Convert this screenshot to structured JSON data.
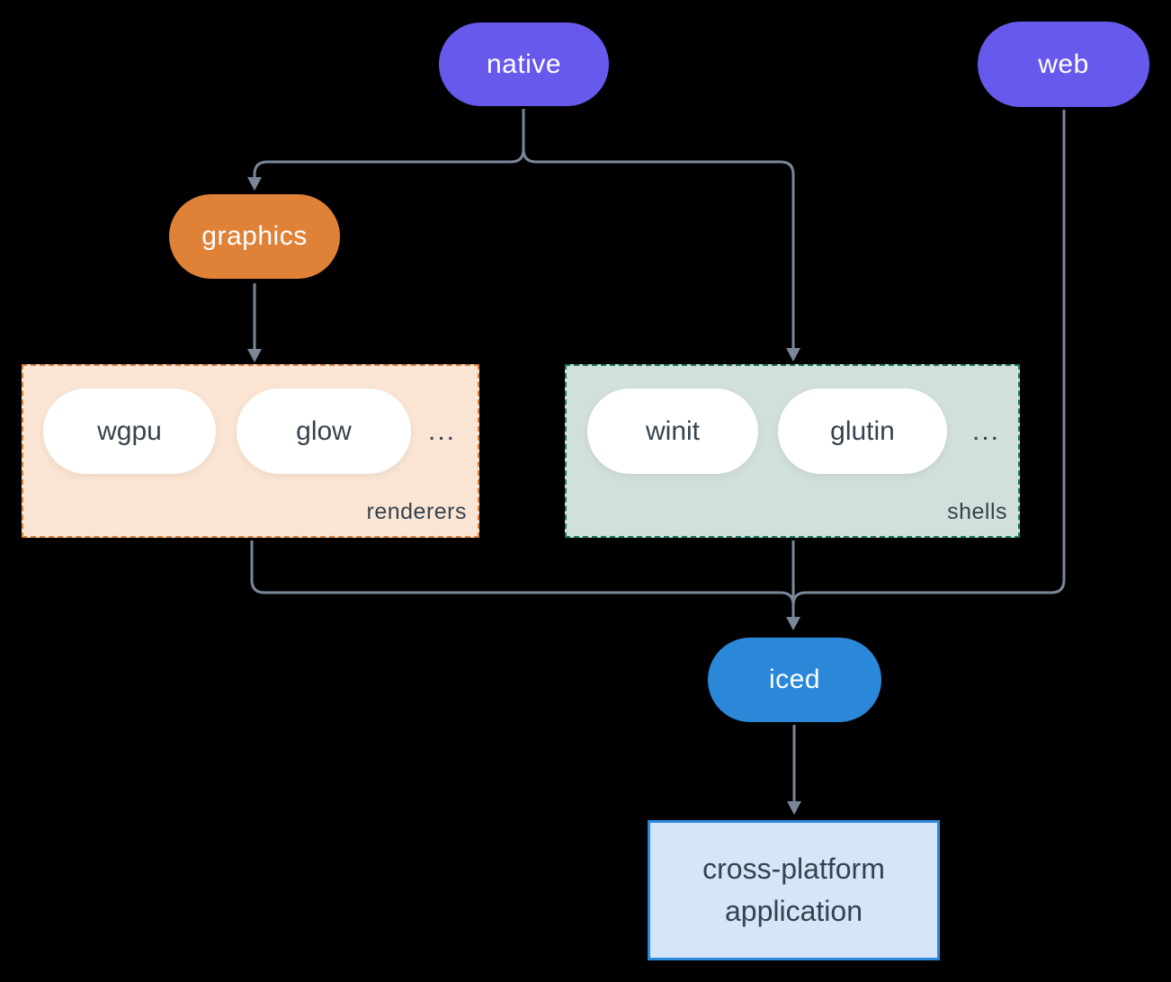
{
  "diagram": {
    "background_color": "#000000",
    "connector_color": "#7A8799",
    "text_dark_color": "#35424F",
    "nodes": {
      "native": {
        "label": "native",
        "color": "#6759EC"
      },
      "web": {
        "label": "web",
        "color": "#6759EC"
      },
      "graphics": {
        "label": "graphics",
        "color": "#E08138"
      },
      "iced": {
        "label": "iced",
        "color": "#2B88D9"
      },
      "application": {
        "label": "cross-platform application",
        "fill_color": "#D5E6F8",
        "border_color": "#2D89DC"
      }
    },
    "groups": {
      "renderers": {
        "label": "renderers",
        "fill_color": "#FAE5D4",
        "border_color": "#E0813B",
        "items": [
          {
            "label": "wgpu"
          },
          {
            "label": "glow"
          }
        ],
        "ellipsis": "..."
      },
      "shells": {
        "label": "shells",
        "fill_color": "#D1E0DA",
        "border_color": "#1E7A68",
        "items": [
          {
            "label": "winit"
          },
          {
            "label": "glutin"
          }
        ],
        "ellipsis": "..."
      }
    },
    "edges": [
      {
        "from": "native",
        "to": "graphics"
      },
      {
        "from": "native",
        "to": "shells"
      },
      {
        "from": "graphics",
        "to": "renderers"
      },
      {
        "from": "renderers",
        "to": "iced"
      },
      {
        "from": "shells",
        "to": "iced"
      },
      {
        "from": "web",
        "to": "iced"
      },
      {
        "from": "iced",
        "to": "application"
      }
    ]
  }
}
